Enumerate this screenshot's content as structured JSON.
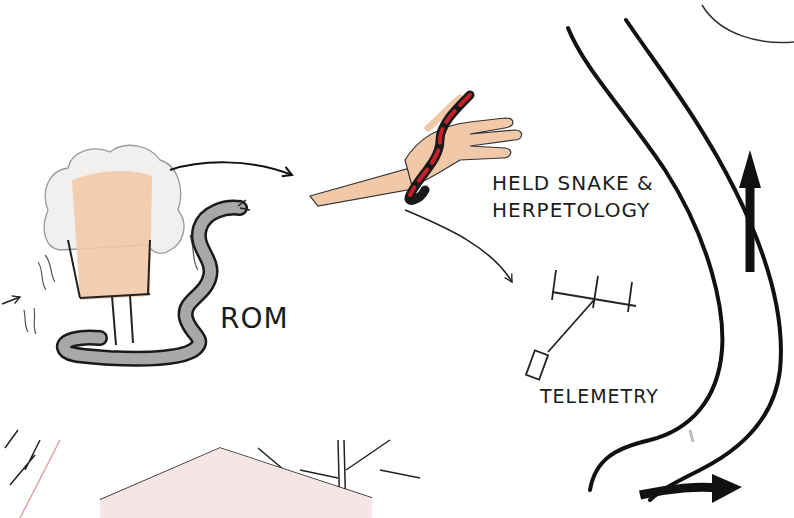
{
  "diagram": {
    "labels": [
      "ROM",
      "HELD SNAKE & HERPETOLOGY",
      "TELEMETRY"
    ]
  }
}
